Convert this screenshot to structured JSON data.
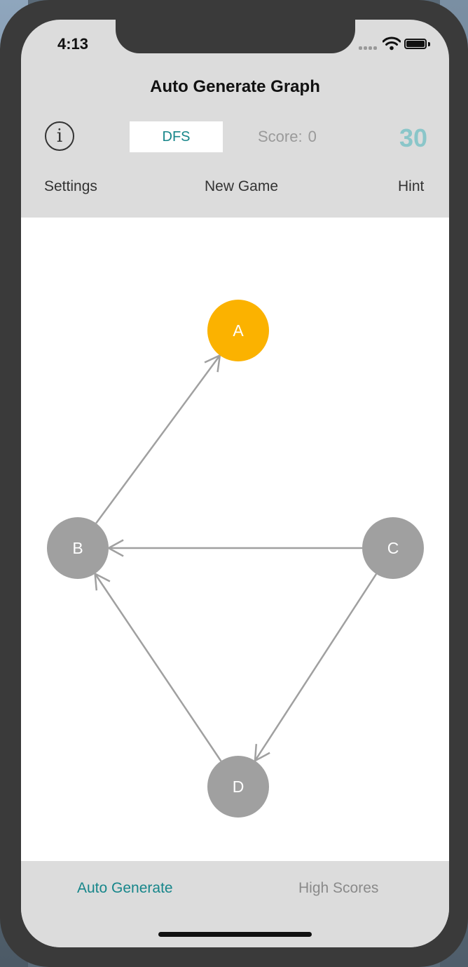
{
  "status_bar": {
    "time": "4:13",
    "wifi_icon": "wifi-icon",
    "battery_icon": "battery-icon"
  },
  "nav": {
    "title": "Auto Generate Graph"
  },
  "toolbar": {
    "info_icon": "info-icon",
    "info_glyph": "i",
    "algorithm": "DFS",
    "score_label": "Score:",
    "score_value": "0",
    "timer": "30"
  },
  "menu": {
    "settings": "Settings",
    "new_game": "New Game",
    "hint": "Hint"
  },
  "graph": {
    "nodes": [
      {
        "id": "A",
        "label": "A",
        "state": "selected",
        "color": "#fbb200"
      },
      {
        "id": "B",
        "label": "B",
        "state": "default",
        "color": "#a0a0a0"
      },
      {
        "id": "C",
        "label": "C",
        "state": "default",
        "color": "#a0a0a0"
      },
      {
        "id": "D",
        "label": "D",
        "state": "default",
        "color": "#a0a0a0"
      }
    ],
    "edges": [
      {
        "from": "B",
        "to": "A"
      },
      {
        "from": "C",
        "to": "B"
      },
      {
        "from": "D",
        "to": "B"
      },
      {
        "from": "C",
        "to": "D"
      }
    ],
    "edge_color": "#a0a0a0"
  },
  "tabs": {
    "auto_generate": "Auto Generate",
    "high_scores": "High Scores",
    "active": "auto_generate"
  },
  "colors": {
    "accent": "#17868a",
    "timer": "#8ac6c9",
    "selected_node": "#fbb200",
    "default_node": "#a0a0a0"
  }
}
